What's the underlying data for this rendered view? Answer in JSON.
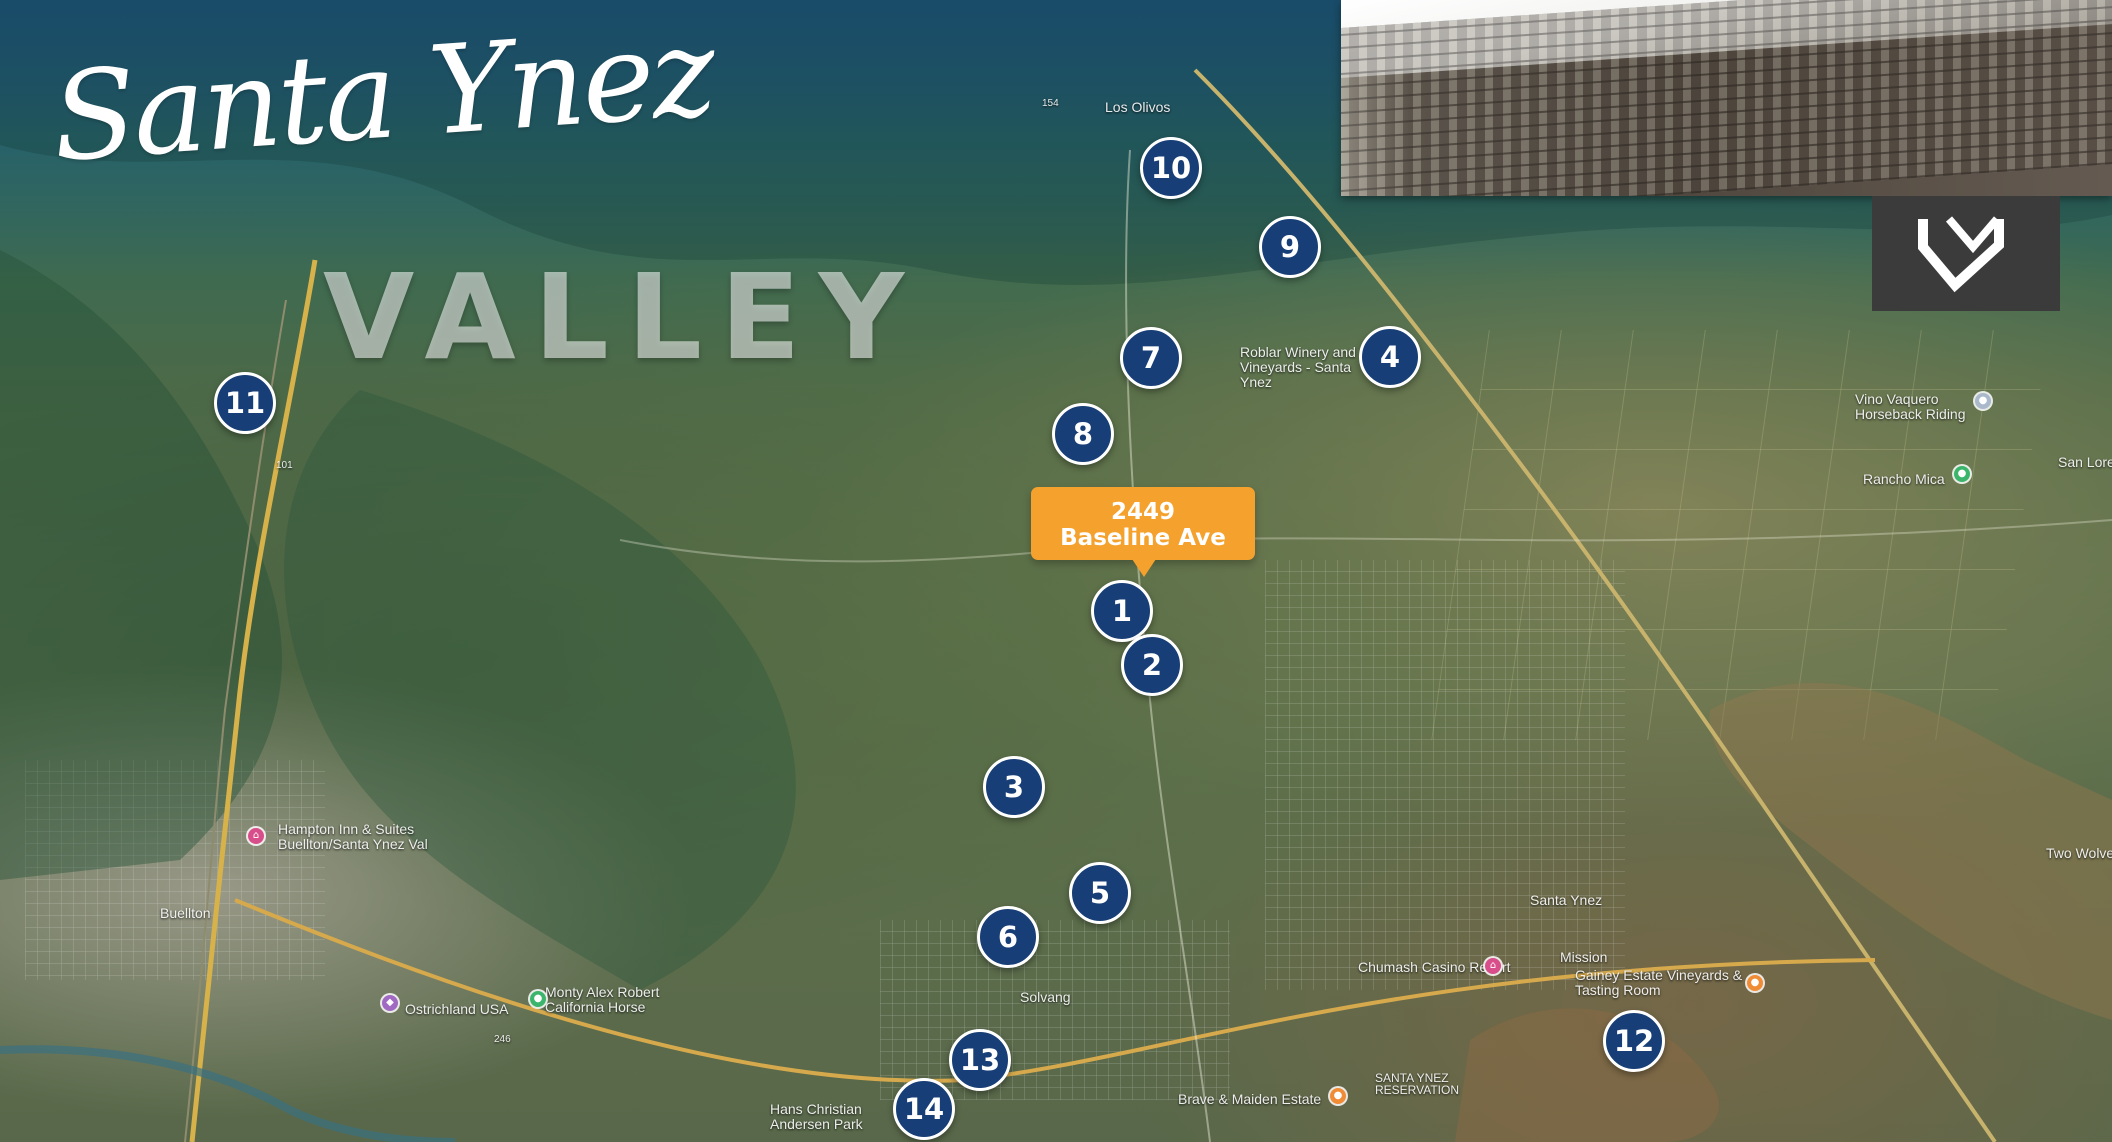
{
  "title": {
    "script": "Santa Ynez",
    "block": "VALLEY"
  },
  "featured_property": {
    "line1": "2449",
    "line2": "Baseline Ave"
  },
  "map_labels": {
    "los_olivos": "Los Olivos",
    "solvang": "Solvang",
    "roblar": "Roblar Winery and Vineyards - Santa Ynez",
    "vino_vaquero": "Vino Vaquero Horseback Riding",
    "rancho_mica": "Rancho Mica",
    "hampton": "Hampton Inn & Suites Buellton/Santa Ynez Val",
    "buellton": "Buellton",
    "ostrichland": "Ostrichland USA",
    "monty": "Monty Alex Robert California Horse",
    "santa_ynez": "Santa Ynez",
    "chumash": "Chumash Casino Resort",
    "gainey": "Gainey Estate Vineyards & Tasting Room",
    "brave": "Brave & Maiden Estate",
    "reservation": "SANTA YNEZ RESERVATION",
    "hans": "Hans Christian Andersen Park",
    "san_lorenzo": "San Lore",
    "two_wolves": "Two Wolve",
    "santa_ines_mission": "Mission",
    "roadside": "154",
    "highway": "101",
    "route_246": "246"
  },
  "markers": [
    "1",
    "2",
    "3",
    "4",
    "5",
    "6",
    "7",
    "8",
    "9",
    "10",
    "11",
    "12",
    "13",
    "14"
  ],
  "colors": {
    "marker": "#173e76",
    "callout": "#f5a12d",
    "logo_box": "#3b3b3b",
    "road": "#d7b14a"
  },
  "icons": {
    "logo": "stacked-chevron-logo-icon",
    "hotel": "hotel-icon",
    "attraction": "attraction-pin-icon",
    "restaurant": "restaurant-pin-icon"
  }
}
